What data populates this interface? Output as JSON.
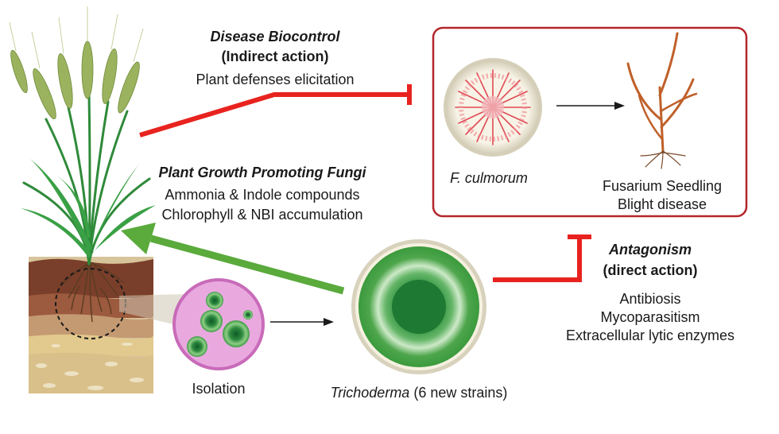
{
  "biocontrol": {
    "title": "Disease Biocontrol",
    "subtitle": "(Indirect action)",
    "detail": "Plant defenses elicitation"
  },
  "pgpf": {
    "title": "Plant Growth Promoting Fungi",
    "line1": "Ammonia & Indole compounds",
    "line2": "Chlorophyll & NBI accumulation"
  },
  "pathogen": {
    "name": "F. culmorum",
    "disease_line1": "Fusarium Seedling",
    "disease_line2": "Blight disease"
  },
  "antagonism": {
    "title": "Antagonism",
    "subtitle": "(direct action)",
    "items": [
      "Antibiosis",
      "Mycoparasitism",
      "Extracellular lytic enzymes"
    ]
  },
  "isolation": {
    "label": "Isolation"
  },
  "trichoderma": {
    "name": "Trichoderma",
    "suffix": " (6 new strains)"
  },
  "colors": {
    "inhibit_red": "#e8231f",
    "promote_green": "#5aaa3c",
    "box_border": "#b3262a"
  }
}
